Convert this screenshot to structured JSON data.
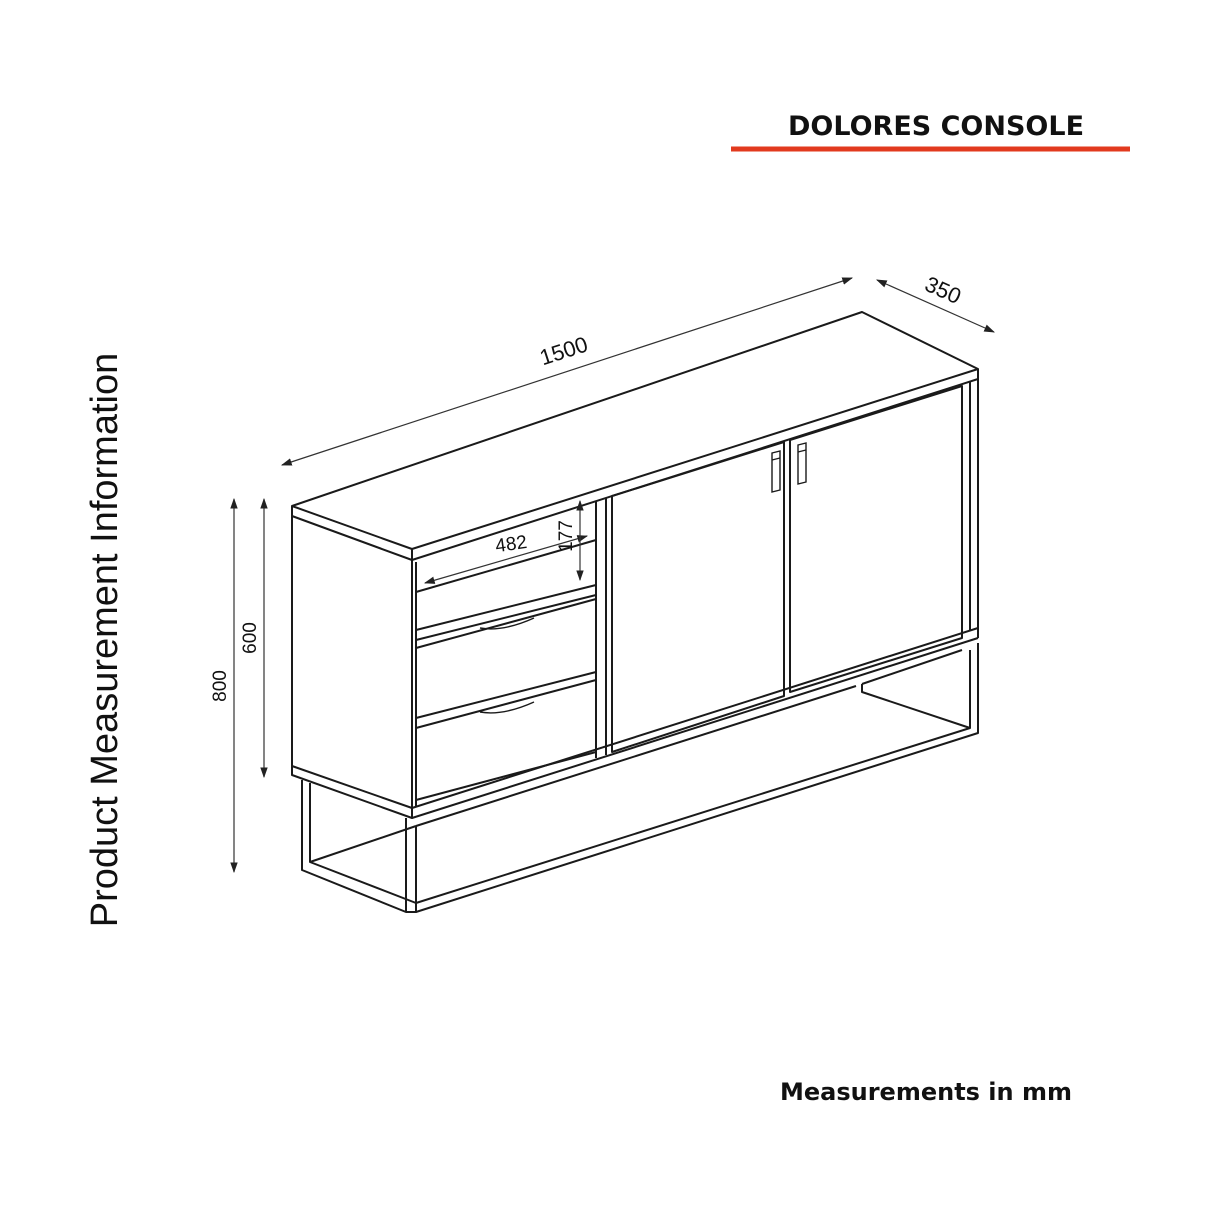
{
  "title": "DOLORES CONSOLE",
  "accent_color": "#e23a1e",
  "side_caption": "Product Measurement Information",
  "units_note": "Measurements in mm",
  "dimensions": {
    "width": "1500",
    "depth": "350",
    "total_height": "800",
    "body_height": "600",
    "shelf_width": "482",
    "shelf_height": "177"
  }
}
